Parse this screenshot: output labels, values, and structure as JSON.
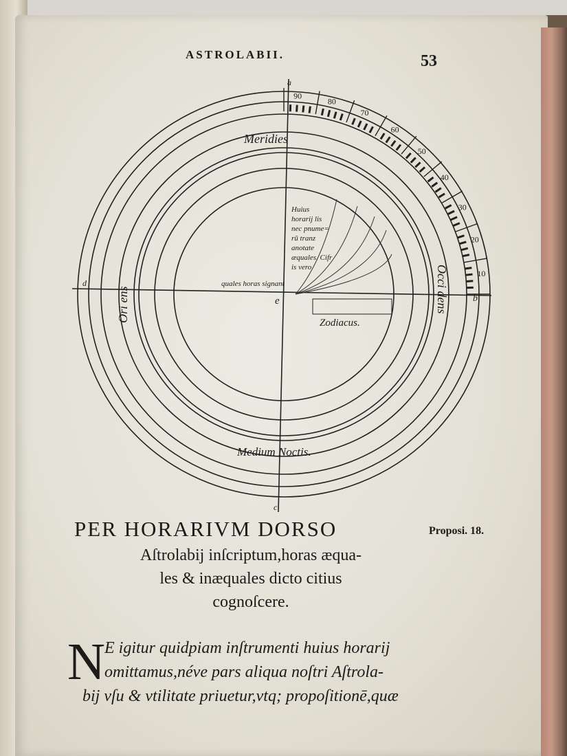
{
  "running_header": "ASTROLABII.",
  "page_number": "53",
  "diagram": {
    "point_labels": {
      "top": "a",
      "right": "b",
      "bottom": "c",
      "left": "d",
      "center": "e"
    },
    "meridies": "Meridies",
    "oriens": "Ori ens",
    "occidens": "Occi dens",
    "medium_noctis": "Medium Noctis.",
    "zodiacus": "Zodiacus.",
    "scale_labels": [
      "90",
      "80",
      "70",
      "60",
      "50",
      "40",
      "30",
      "20",
      "10"
    ],
    "inner_note": [
      "Huius",
      "horarij lis",
      "nec pnume=",
      "rū tranz",
      "anotate",
      "æquales. Cifr",
      "is vero",
      "quales horas signant"
    ]
  },
  "heading": {
    "title": "PER HORARIVM DORSO",
    "proposition": "Proposi. 18.",
    "lines": [
      "Aſtrolabij inſcriptum,horas æqua-",
      "les & inæquales dicto citius",
      "cognoſcere."
    ]
  },
  "body": {
    "drop_cap": "N",
    "lines": [
      "E igitur quidpiam inſtrumenti huius horarij",
      "omittamus,néve pars aliqua noſtri Aſtrola-",
      "bij vſu & vtilitate priuetur,vtq; propoſitionē,quæ"
    ]
  }
}
